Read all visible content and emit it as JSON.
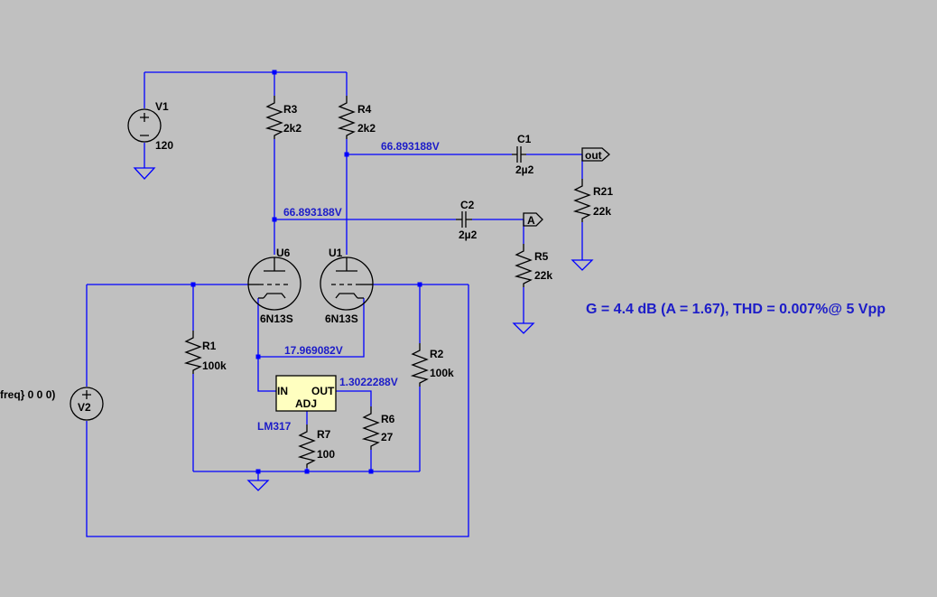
{
  "colors": {
    "background": "#c0c0c0",
    "wire": "#0000ff",
    "component": "#000000",
    "net_text": "#1c1cc8",
    "ic_fill": "#ffffc0"
  },
  "components": {
    "v1": {
      "name": "V1",
      "value": "120"
    },
    "v2": {
      "name": "V2",
      "value": "freq} 0 0 0)"
    },
    "r1": {
      "name": "R1",
      "value": "100k"
    },
    "r2": {
      "name": "R2",
      "value": "100k"
    },
    "r3": {
      "name": "R3",
      "value": "2k2"
    },
    "r4": {
      "name": "R4",
      "value": "2k2"
    },
    "r5": {
      "name": "R5",
      "value": "22k"
    },
    "r6": {
      "name": "R6",
      "value": "27"
    },
    "r7": {
      "name": "R7",
      "value": "100"
    },
    "r21": {
      "name": "R21",
      "value": "22k"
    },
    "c1": {
      "name": "C1",
      "value": "2µ2"
    },
    "c2": {
      "name": "C2",
      "value": "2µ2"
    },
    "u1": {
      "name": "U1",
      "value": "6N13S"
    },
    "u6": {
      "name": "U6",
      "value": "6N13S"
    },
    "lm317": {
      "name": "LM317",
      "pin_in": "IN",
      "pin_out": "OUT",
      "pin_adj": "ADJ"
    }
  },
  "net_voltages": {
    "r4_node": "66.893188V",
    "r3_node": "66.893188V",
    "cathode": "17.969082V",
    "lm317_out": "1.3022288V"
  },
  "port_labels": {
    "out": "out",
    "a": "A"
  },
  "annotation": "G = 4.4 dB (A = 1.67), THD = 0.007%@ 5 Vpp"
}
